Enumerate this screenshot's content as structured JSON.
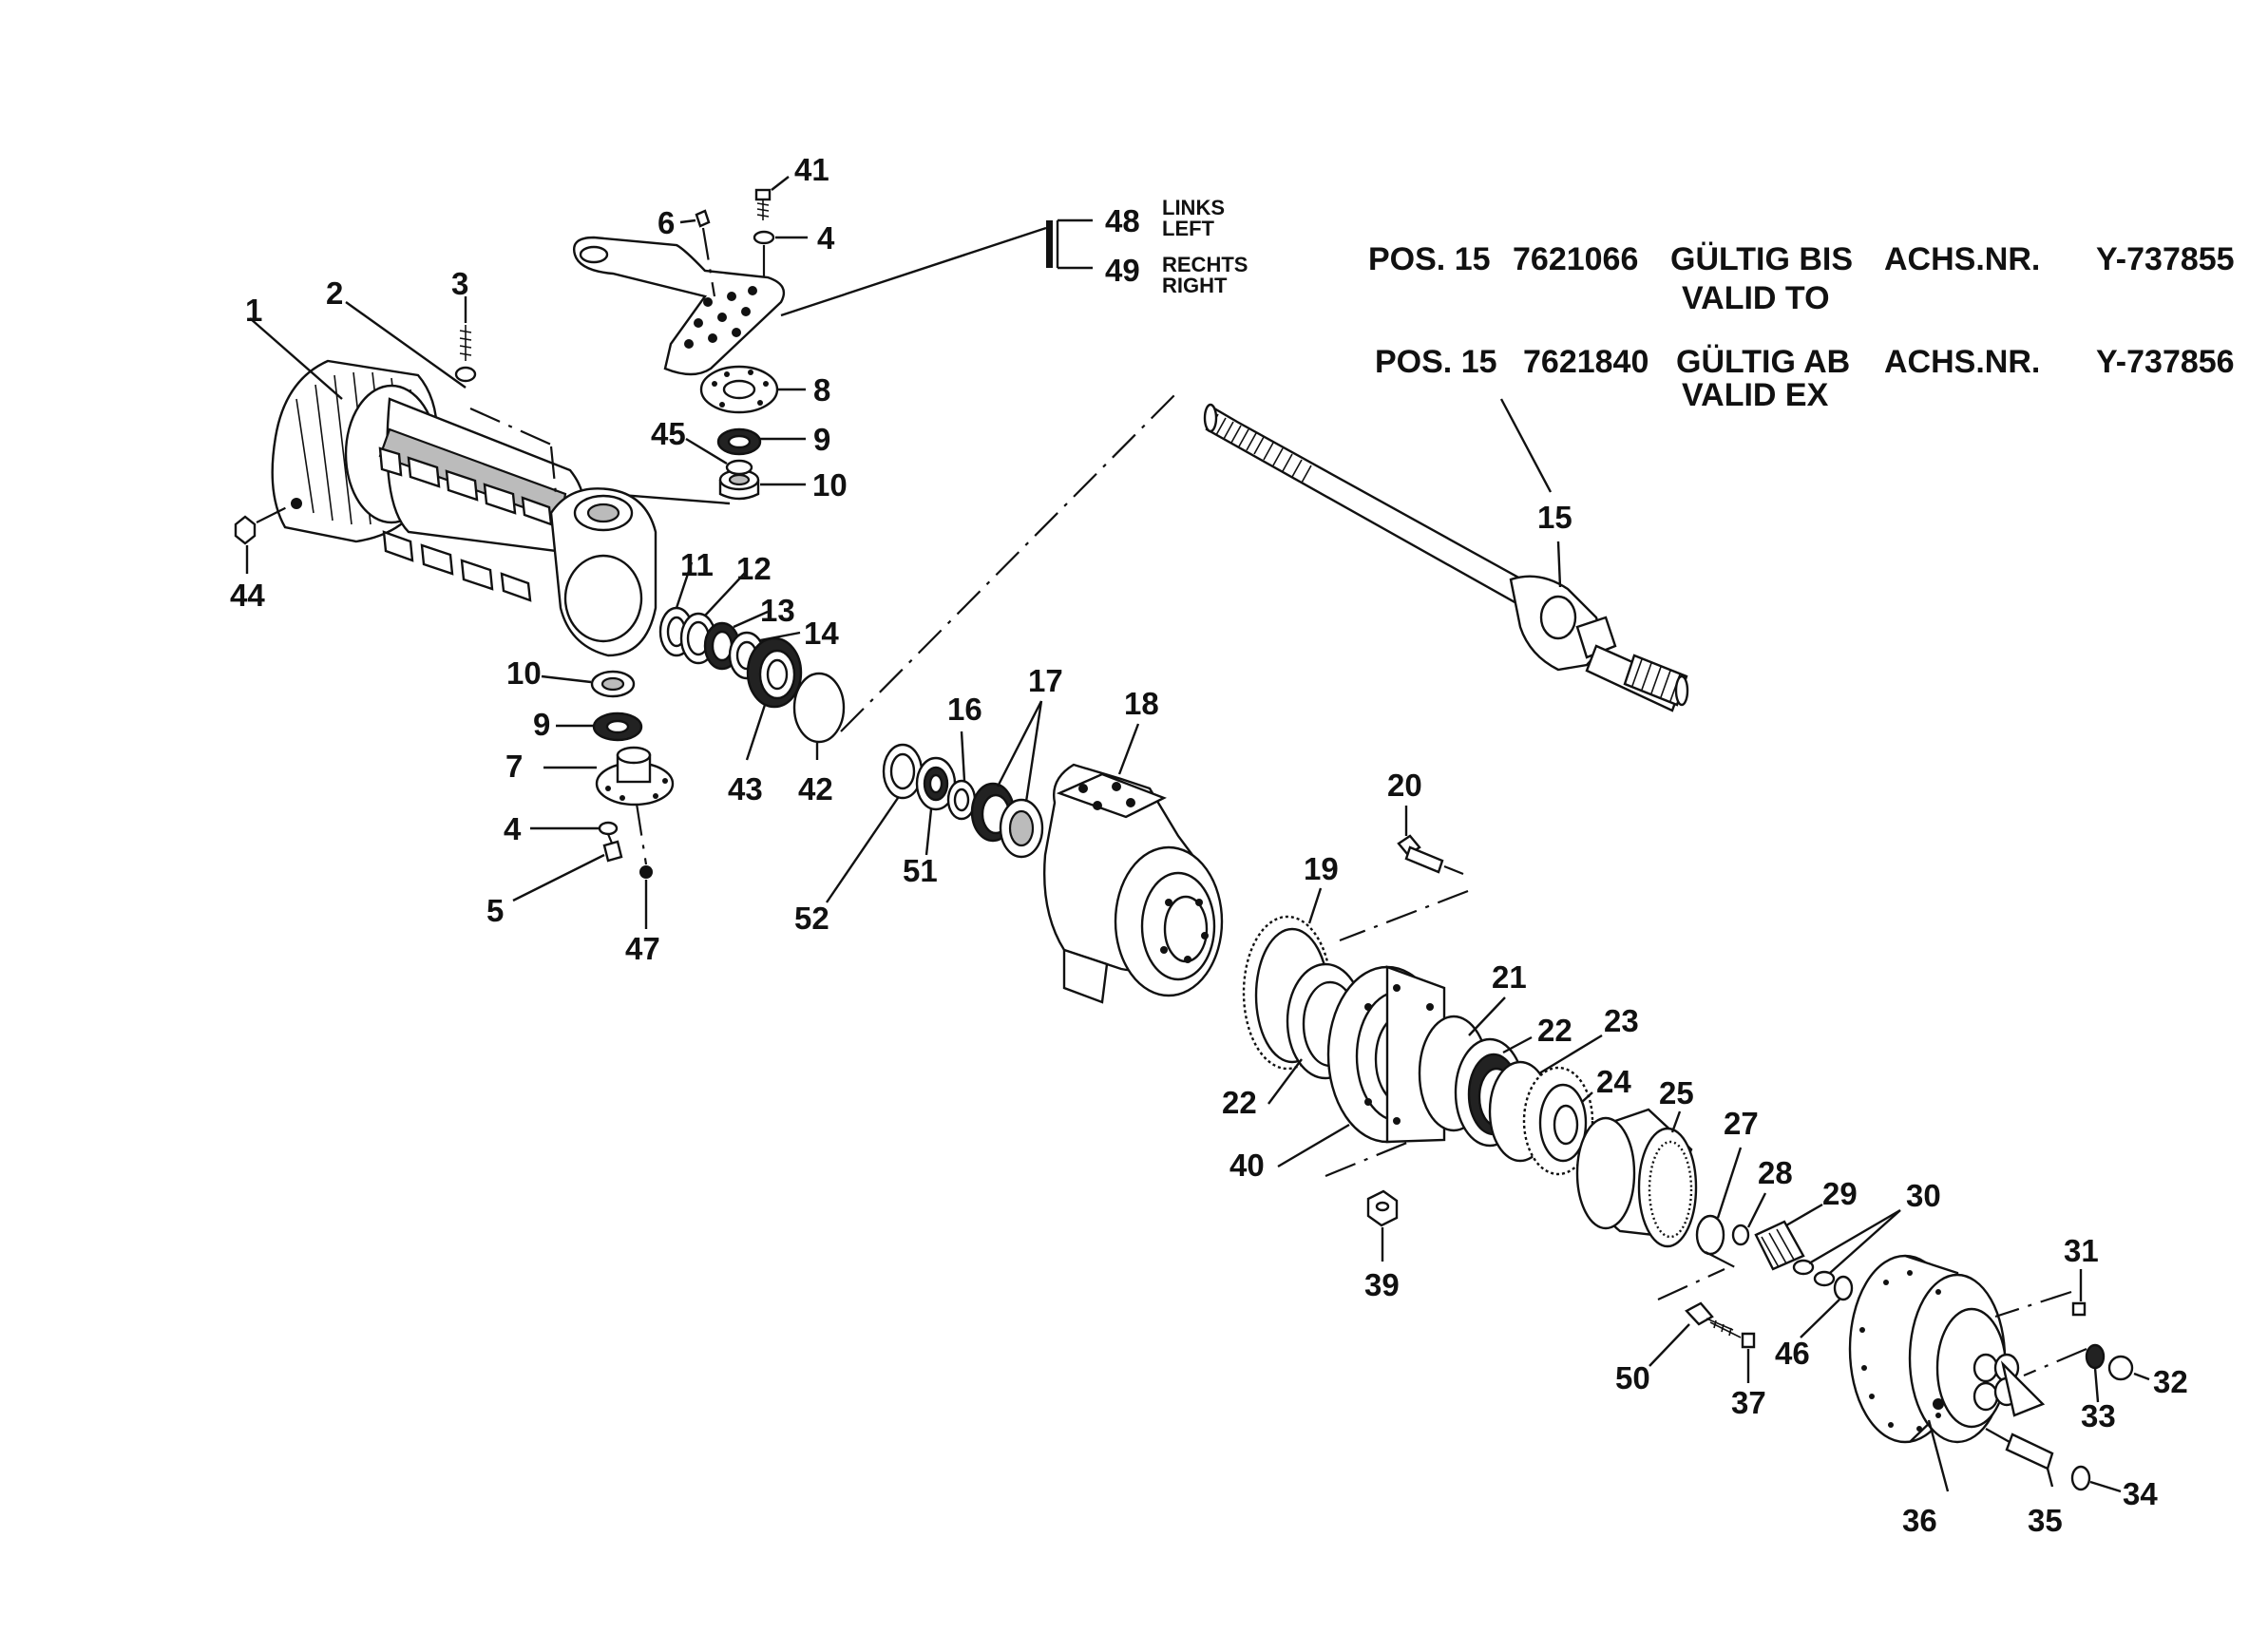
{
  "notes": [
    {
      "pos": "POS. 15",
      "part_no": "7621066",
      "validity": "GÜLTIG BIS",
      "axle": "ACHS.NR.",
      "serial": "Y-737855",
      "validity_en": "VALID TO"
    },
    {
      "pos": "POS. 15",
      "part_no": "7621840",
      "validity": "GÜLTIG AB",
      "axle": "ACHS.NR.",
      "serial": "Y-737856",
      "validity_en": "VALID EX"
    }
  ],
  "handedness": {
    "left": {
      "number": "48",
      "de": "LINKS",
      "en": "LEFT"
    },
    "right": {
      "number": "49",
      "de": "RECHTS",
      "en": "RIGHT"
    }
  },
  "parts": [
    "1",
    "2",
    "3",
    "4",
    "4",
    "5",
    "6",
    "7",
    "8",
    "9",
    "9",
    "10",
    "10",
    "11",
    "12",
    "13",
    "14",
    "15",
    "16",
    "17",
    "18",
    "19",
    "20",
    "21",
    "22",
    "22",
    "23",
    "24",
    "25",
    "27",
    "28",
    "29",
    "30",
    "31",
    "32",
    "33",
    "34",
    "35",
    "36",
    "37",
    "39",
    "40",
    "41",
    "42",
    "43",
    "44",
    "45",
    "46",
    "47",
    "50",
    "51",
    "52"
  ]
}
